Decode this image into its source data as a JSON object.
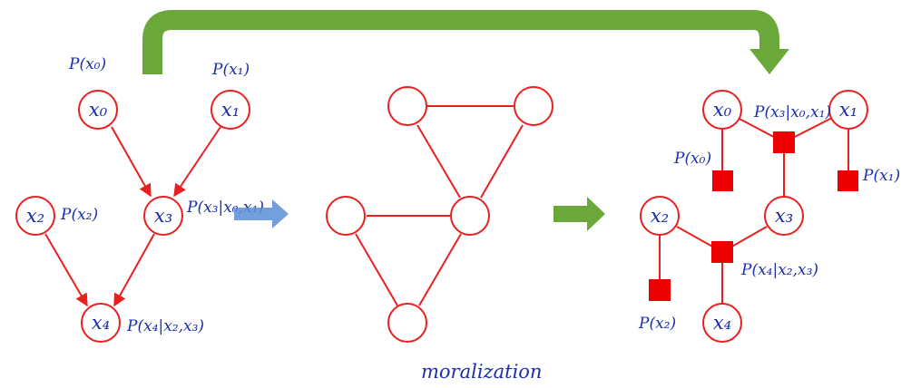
{
  "left_graph": {
    "nodes": {
      "x0": "x₀",
      "x1": "x₁",
      "x2": "x₂",
      "x3": "x₃",
      "x4": "x₄"
    },
    "probs": {
      "p_x0": "P(x₀)",
      "p_x1": "P(x₁)",
      "p_x2": "P(x₂)",
      "p_x3": "P(x₃|x₀,x₁)",
      "p_x4": "P(x₄|x₂,x₃)"
    }
  },
  "middle_graph": {
    "caption": "moralization"
  },
  "right_graph": {
    "nodes": {
      "x0": "x₀",
      "x1": "x₁",
      "x2": "x₂",
      "x3": "x₃",
      "x4": "x₄"
    },
    "factors": {
      "f_x0": "P(x₀)",
      "f_x1": "P(x₁)",
      "f_x2": "P(x₂)",
      "f_x3": "P(x₃|x₀,x₁)",
      "f_x4": "P(x₄|x₂,x₃)"
    }
  },
  "colors": {
    "node_stroke": "#e82020",
    "factor_fill": "#ee0000",
    "handwriting": "#1a2ea8",
    "green_arrow": "#6aa83a",
    "blue_arrow": "#5b8fd6"
  }
}
